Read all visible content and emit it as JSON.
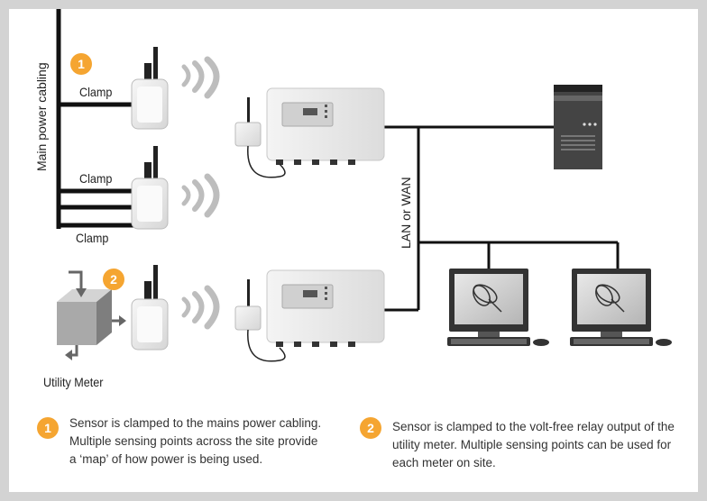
{
  "labels": {
    "main_power_cabling": "Main power cabling",
    "clamp_1": "Clamp",
    "clamp_2": "Clamp",
    "clamp_3": "Clamp",
    "lan_wan": "LAN or WAN",
    "utility_meter": "Utility Meter"
  },
  "badges": {
    "one": "1",
    "two": "2"
  },
  "captions": {
    "one": {
      "badge": "1",
      "lines": [
        "Sensor is clamped to the mains power cabling.",
        "Multiple sensing points across the site provide",
        "a ‘map’ of how power is being used."
      ]
    },
    "two": {
      "badge": "2",
      "lines": [
        "Sensor is clamped to the volt-free relay output of the",
        "utility meter. Multiple sensing points can be used for",
        "each meter on site."
      ]
    }
  },
  "colors": {
    "badge": "#f5a531",
    "line": "#111111",
    "device": "#ececec"
  }
}
